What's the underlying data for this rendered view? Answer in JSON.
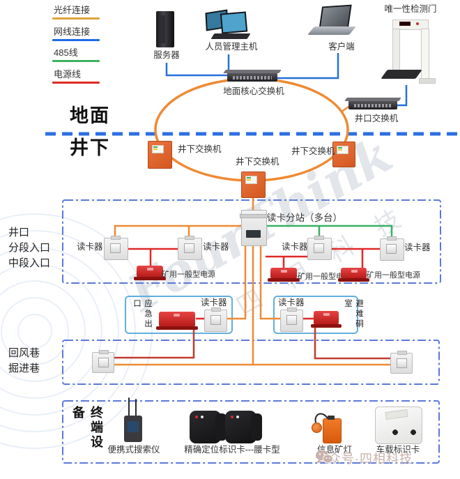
{
  "legend": {
    "items": [
      {
        "label": "光纤连接",
        "color": "#DFA43C"
      },
      {
        "label": "网线连接",
        "color": "#1E6BE8"
      },
      {
        "label": "485线",
        "color": "#3CB25F"
      },
      {
        "label": "电源线",
        "color": "#DD2A25"
      }
    ]
  },
  "surface": {
    "server": "服务器",
    "host": "人员管理主机",
    "client": "客户端",
    "gate": "唯一性检测门",
    "core_switch": "地面核心交换机",
    "wellhead_switch": "井口交换机"
  },
  "divider": {
    "above": "地面",
    "below": "井下"
  },
  "underground_ring": {
    "switch_label": "井下交换机"
  },
  "entry_zone": {
    "side_lines": [
      "井口",
      "分段入口",
      "中段入口"
    ],
    "station": "读卡分站（多台）",
    "reader": "读卡器",
    "power": "矿用一般型电源"
  },
  "emergency_exit": {
    "title": "应急出口",
    "reader": "读卡器"
  },
  "refuge_chamber": {
    "title": "避难硐室",
    "reader": "读卡器"
  },
  "tunnel_zone": {
    "side_lines": [
      "回风巷",
      "掘进巷"
    ]
  },
  "terminal_zone": {
    "side_label": "终端设备",
    "searcher": "便携式搜索仪",
    "id_card": "精确定位标识卡---腰卡型",
    "mine_lamp": "信息矿灯",
    "vehicle_card": "车载标识卡"
  },
  "watermark": {
    "brand_en": "FourThink",
    "brand_cn": "四相科技",
    "footer": "公众号·四相科技"
  },
  "colors": {
    "fiber": "#EE8A33",
    "ethernet": "#2470DB",
    "rs485": "#37B163",
    "power_line": "#E02828",
    "power_line_dark": "#C23A2E",
    "zone_border": "#5A78DC",
    "room_border": "#62AEDD",
    "divider": "#2B6FE3"
  }
}
